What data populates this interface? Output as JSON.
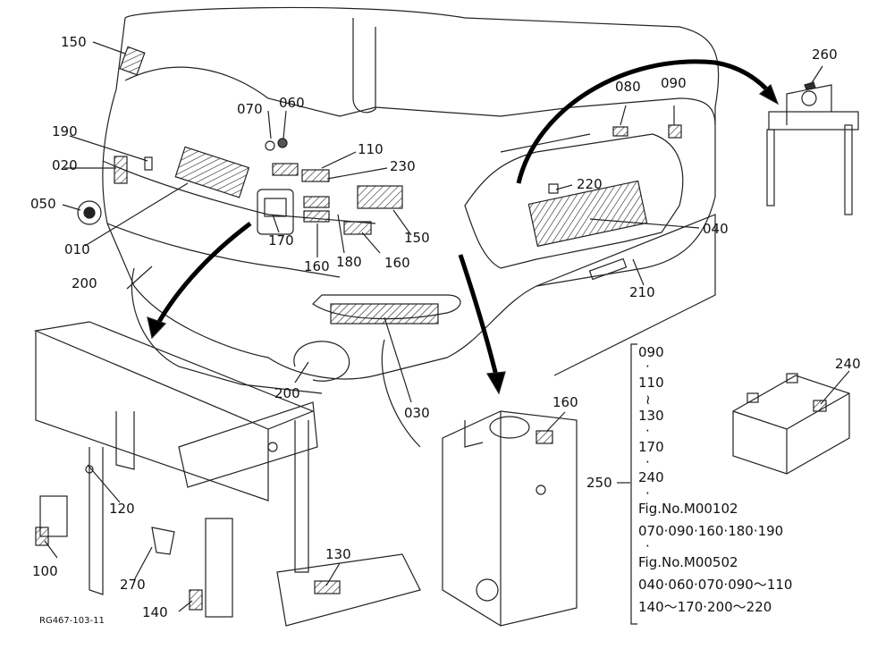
{
  "callouts": {
    "c150a": "150",
    "c070": "070",
    "c060": "060",
    "c110": "110",
    "c190": "190",
    "c020": "020",
    "c230": "230",
    "c050": "050",
    "c010": "010",
    "c170": "170",
    "c160a": "160",
    "c180": "180",
    "c160b": "160",
    "c150b": "150",
    "c200a": "200",
    "c080": "080",
    "c090": "090",
    "c220": "220",
    "c040": "040",
    "c210": "210",
    "c260": "260",
    "c030": "030",
    "c200b": "200",
    "c120": "120",
    "c100": "100",
    "c270": "270",
    "c140": "140",
    "c130": "130",
    "c160c": "160",
    "c240": "240",
    "c250": "250"
  },
  "figure_code": "RG467-103-11",
  "notes": {
    "n1": "090",
    "n2": "110",
    "n3": "130",
    "n4": "170",
    "n5": "240",
    "n6": "Fig.No.M00102",
    "n7": "070·090·160·180·190",
    "n8": "Fig.No.M00502",
    "n9": "040·060·070·090～110",
    "n10": "140～170·200～220",
    "dot": "·",
    "tilde": "≀"
  }
}
